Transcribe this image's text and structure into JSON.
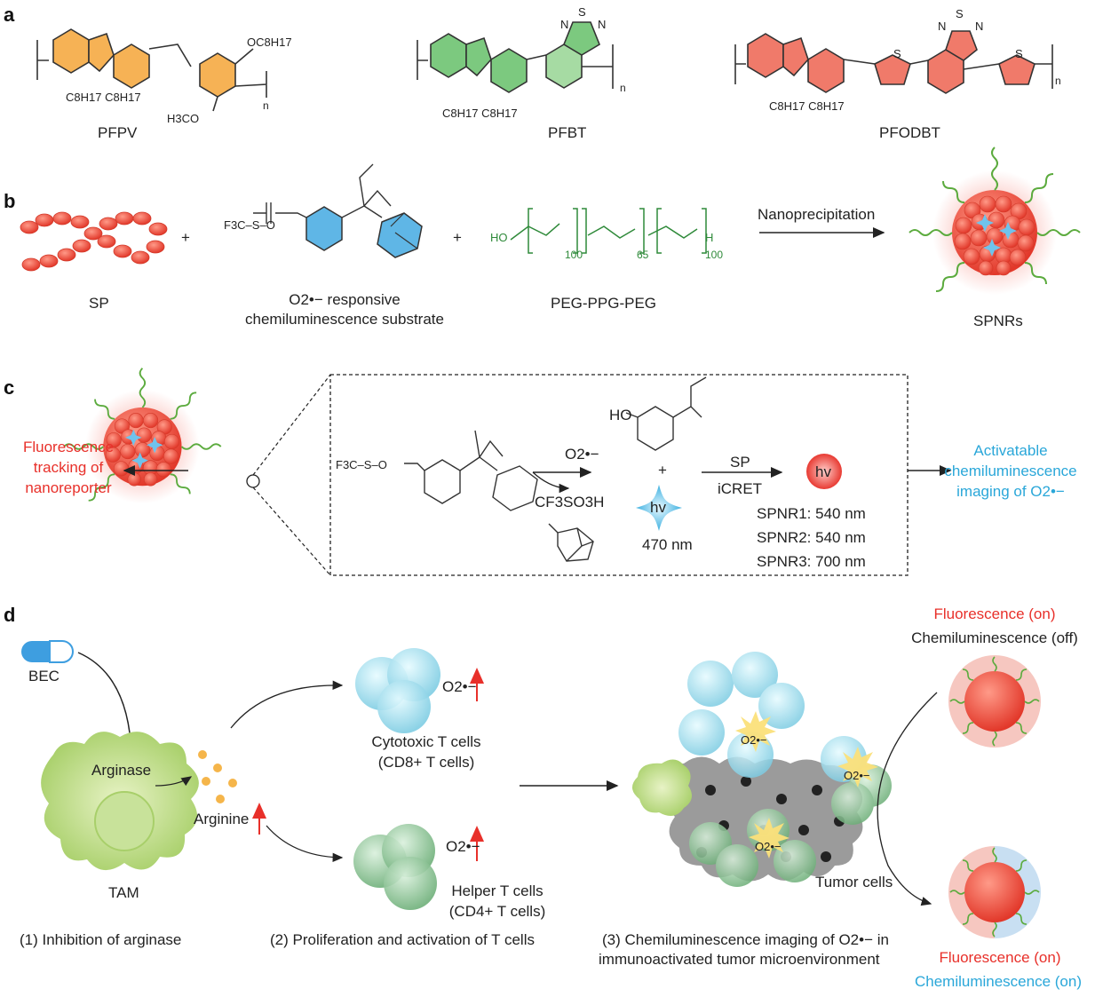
{
  "panels": {
    "a": "a",
    "b": "b",
    "c": "c",
    "d": "d"
  },
  "panel_a": {
    "polymers": [
      {
        "name": "PFPV",
        "chain_label": "C8H17 C8H17",
        "sub1": "OC8H17",
        "sub2": "H3CO",
        "n": "n"
      },
      {
        "name": "PFBT",
        "chain_label": "C8H17 C8H17",
        "n": "n"
      },
      {
        "name": "PFODBT",
        "chain_label": "C8H17 C8H17",
        "n": "n"
      }
    ],
    "atoms": {
      "S": "S",
      "N": "N"
    }
  },
  "panel_b": {
    "components": [
      {
        "label": "SP"
      },
      {
        "label1": "O2•− responsive",
        "label2": "chemiluminescence  substrate"
      },
      {
        "label": "PEG-PPG-PEG"
      }
    ],
    "plus": "+",
    "reaction_label": "Nanoprecipitation",
    "product": "SPNRs",
    "substrate_group": "F3C–S–O",
    "peg": {
      "ho": "HO",
      "h": "H",
      "n1": "100",
      "n2": "65",
      "n3": "100"
    }
  },
  "panel_c": {
    "left_label": [
      "Fluorescence",
      "tracking of",
      "nanoreporter"
    ],
    "right_label": [
      "Activatable",
      "chemiluminescence",
      "imaging of O2•−"
    ],
    "trigger": "O2•−",
    "byproduct": "CF3SO3H",
    "plus": "+",
    "ho": "HO",
    "hv": "hv",
    "wavelength": "470 nm",
    "sp": "SP",
    "icret": "iCRET",
    "emissions": [
      "SPNR1: 540 nm",
      "SPNR2: 540 nm",
      "SPNR3: 700 nm"
    ]
  },
  "panel_d": {
    "bec": "BEC",
    "arginase": "Arginase",
    "arginine": "Arginine",
    "tam": "TAM",
    "cytotoxic": [
      "Cytotoxic T cells",
      "(CD8+ T cells)"
    ],
    "helper": [
      "Helper T cells",
      "(CD4+ T cells)"
    ],
    "o2": "O2•−",
    "tumor": "Tumor cells",
    "steps": [
      "(1) Inhibition of arginase",
      "(2) Proliferation and activation of T cells",
      "(3) Chemiluminescence  imaging of O2•− in",
      "immunoactivated tumor microenvironment"
    ],
    "top_state": [
      "Fluorescence (on)",
      "Chemiluminescence  (off)"
    ],
    "bottom_state": [
      "Fluorescence (on)",
      "Chemiluminescence  (on)"
    ]
  },
  "colors": {
    "orange": "#f0a030",
    "green": "#5cb85c",
    "red": "#e8302a",
    "blue": "#2aa7d9",
    "lightgreen": "#a8cf6a",
    "cyan": "#8fd6e8",
    "gray": "#8a8a8a"
  }
}
